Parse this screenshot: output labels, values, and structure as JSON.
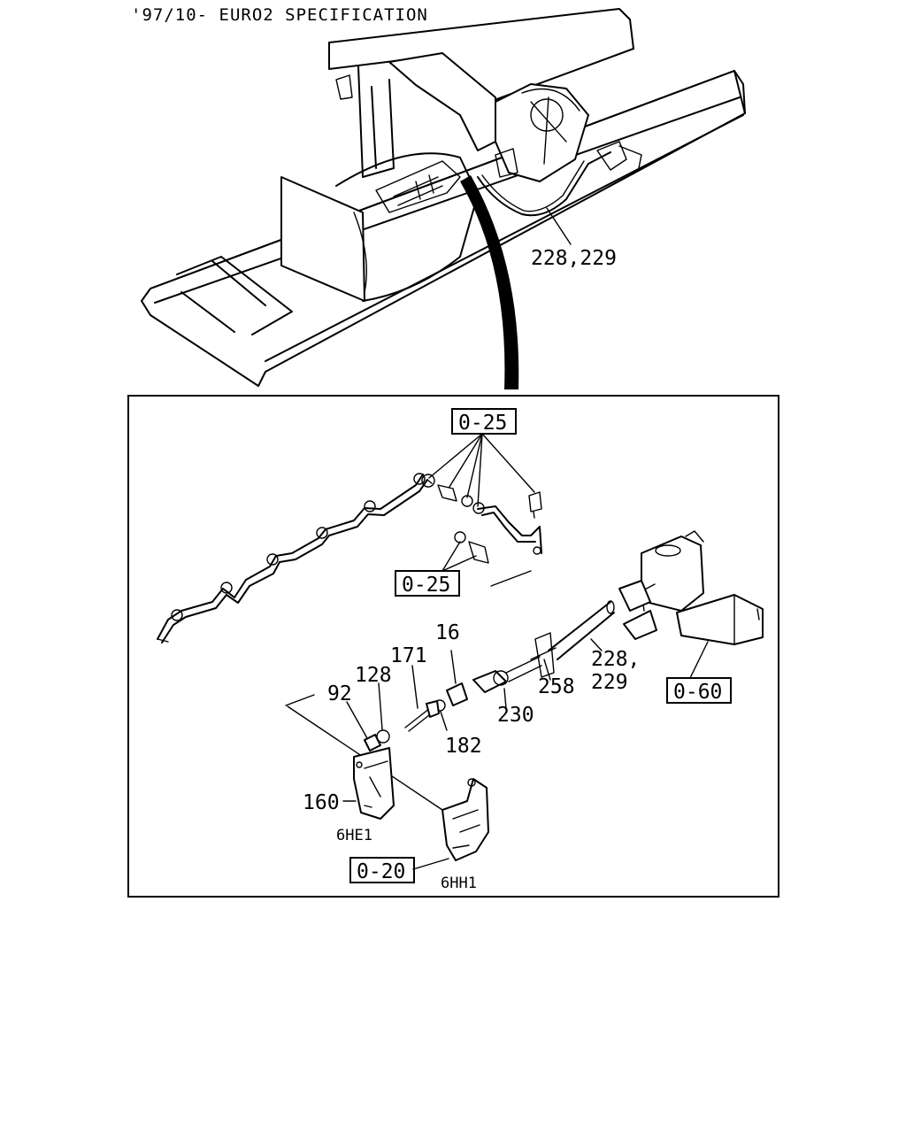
{
  "header": {
    "title": "'97/10- EURO2 SPECIFICATION"
  },
  "overview": {
    "callout": "228,229"
  },
  "detail": {
    "refs": {
      "top": "0-25",
      "mid": "0-25",
      "right": "0-60",
      "bottom": "0-20"
    },
    "parts": {
      "p16": "16",
      "p171": "171",
      "p128": "128",
      "p92": "92",
      "p182": "182",
      "p230": "230",
      "p258": "258",
      "p228": "228,",
      "p229": "229",
      "p160": "160"
    },
    "engines": {
      "e1": "6HE1",
      "e2": "6HH1"
    }
  }
}
